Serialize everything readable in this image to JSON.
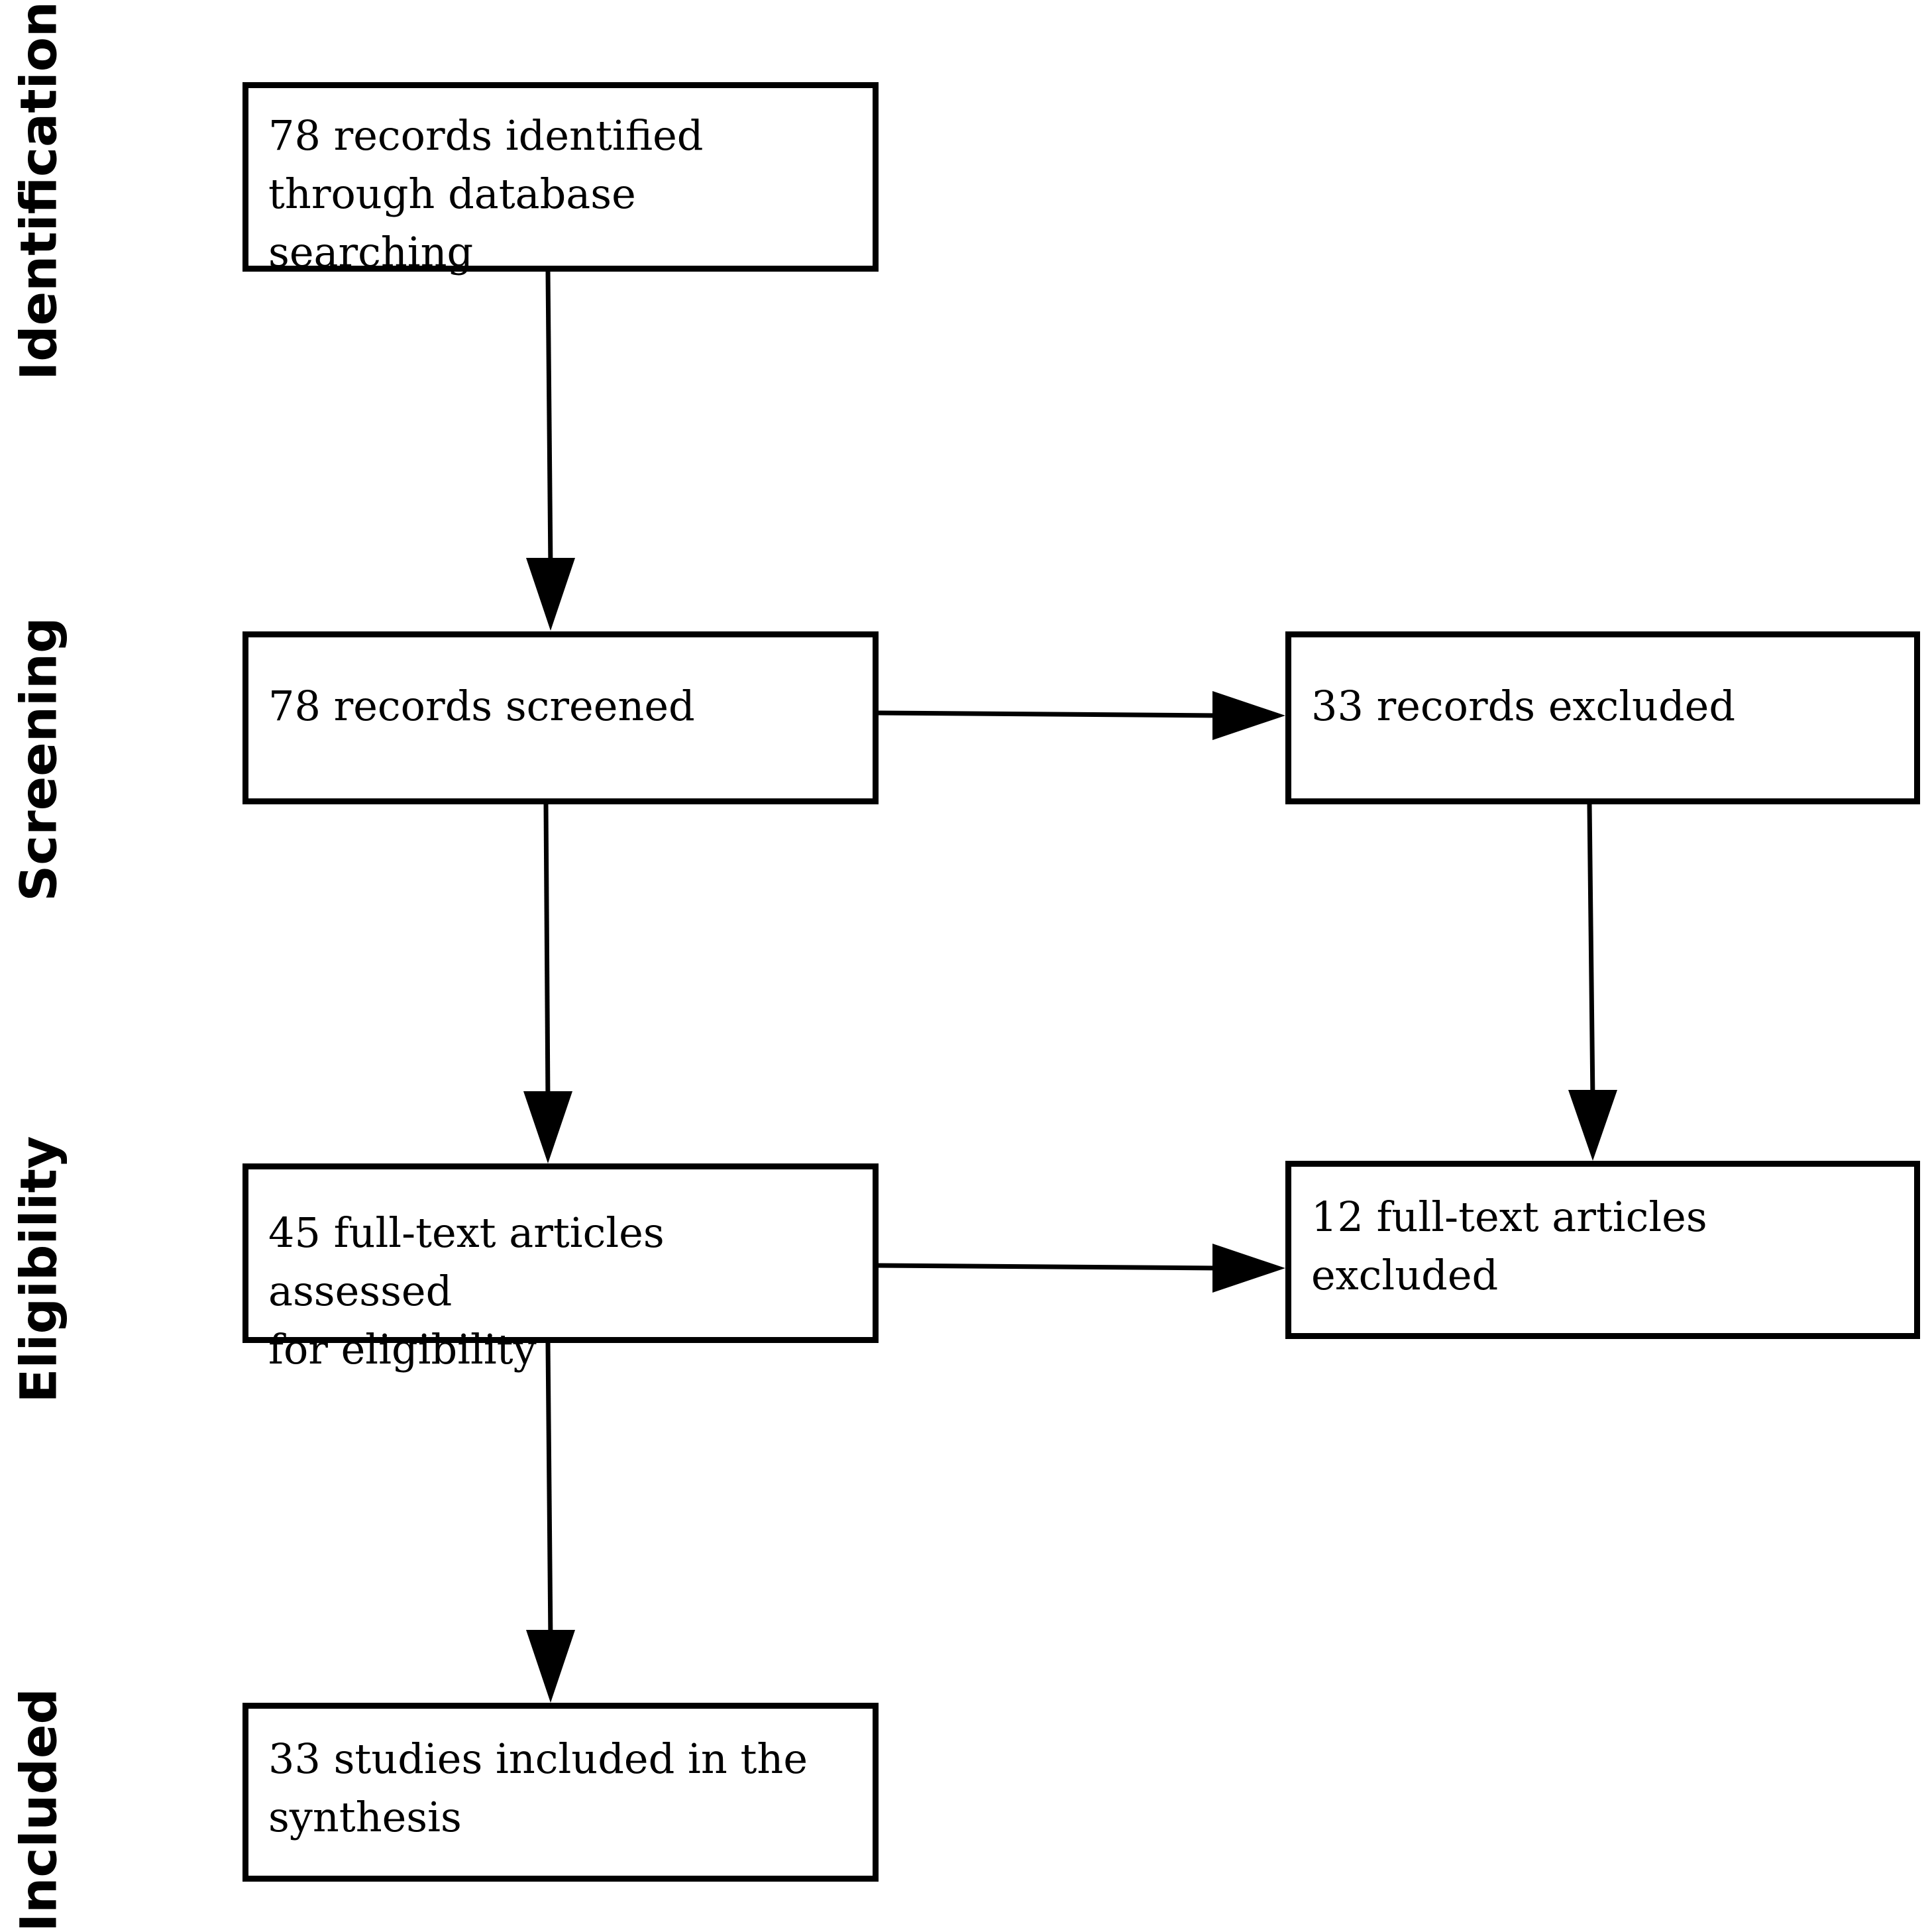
{
  "stages": {
    "identification": "Identification",
    "screening": "Screening",
    "eligibility": "Eligibility",
    "included": "Included"
  },
  "boxes": {
    "identified": {
      "line1": "78 records identified",
      "line2": "through database searching"
    },
    "screened": {
      "line1": "78 records screened"
    },
    "records_excluded": {
      "line1": "33 records excluded"
    },
    "assessed": {
      "line1": "45 full-text articles assessed",
      "line2": "for eligibility"
    },
    "articles_excluded": {
      "line1": "12 full-text articles",
      "line2": "excluded"
    },
    "included": {
      "line1": "33 studies included in the",
      "line2": "synthesis"
    }
  },
  "colors": {
    "stroke": "#000000",
    "background": "#ffffff"
  }
}
